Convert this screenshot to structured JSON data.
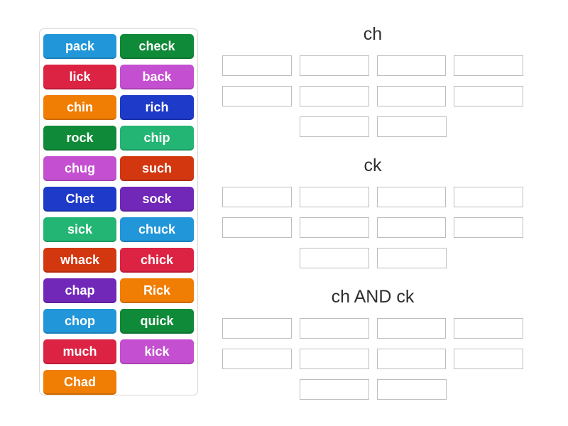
{
  "word_bank": {
    "tiles": [
      {
        "label": "pack",
        "color": "#2196d9"
      },
      {
        "label": "check",
        "color": "#0f8a38"
      },
      {
        "label": "lick",
        "color": "#dc2343"
      },
      {
        "label": "back",
        "color": "#c44fd0"
      },
      {
        "label": "chin",
        "color": "#f07d04"
      },
      {
        "label": "rich",
        "color": "#1e3ac8"
      },
      {
        "label": "rock",
        "color": "#0f8a38"
      },
      {
        "label": "chip",
        "color": "#23b573"
      },
      {
        "label": "chug",
        "color": "#c44fd0"
      },
      {
        "label": "such",
        "color": "#d23710"
      },
      {
        "label": "Chet",
        "color": "#1e3ac8"
      },
      {
        "label": "sock",
        "color": "#7127b8"
      },
      {
        "label": "sick",
        "color": "#23b573"
      },
      {
        "label": "chuck",
        "color": "#2196d9"
      },
      {
        "label": "whack",
        "color": "#d23710"
      },
      {
        "label": "chick",
        "color": "#dc2343"
      },
      {
        "label": "chap",
        "color": "#7127b8"
      },
      {
        "label": "Rick",
        "color": "#f07d04"
      },
      {
        "label": "chop",
        "color": "#2196d9"
      },
      {
        "label": "quick",
        "color": "#0f8a38"
      },
      {
        "label": "much",
        "color": "#dc2343"
      },
      {
        "label": "kick",
        "color": "#c44fd0"
      },
      {
        "label": "Chad",
        "color": "#f07d04"
      }
    ]
  },
  "groups": [
    {
      "id": "ch",
      "title": "ch",
      "slot_rows": [
        4,
        4,
        2
      ]
    },
    {
      "id": "ck",
      "title": "ck",
      "slot_rows": [
        4,
        4,
        2
      ]
    },
    {
      "id": "ch-and-ck",
      "title": "ch AND ck",
      "slot_rows": [
        4,
        4,
        2
      ]
    }
  ],
  "colors": {
    "slot_border": "#bdbdbd",
    "panel_border": "#ddd6d0",
    "title_text": "#2f2f2f",
    "tile_text": "#ffffff"
  }
}
